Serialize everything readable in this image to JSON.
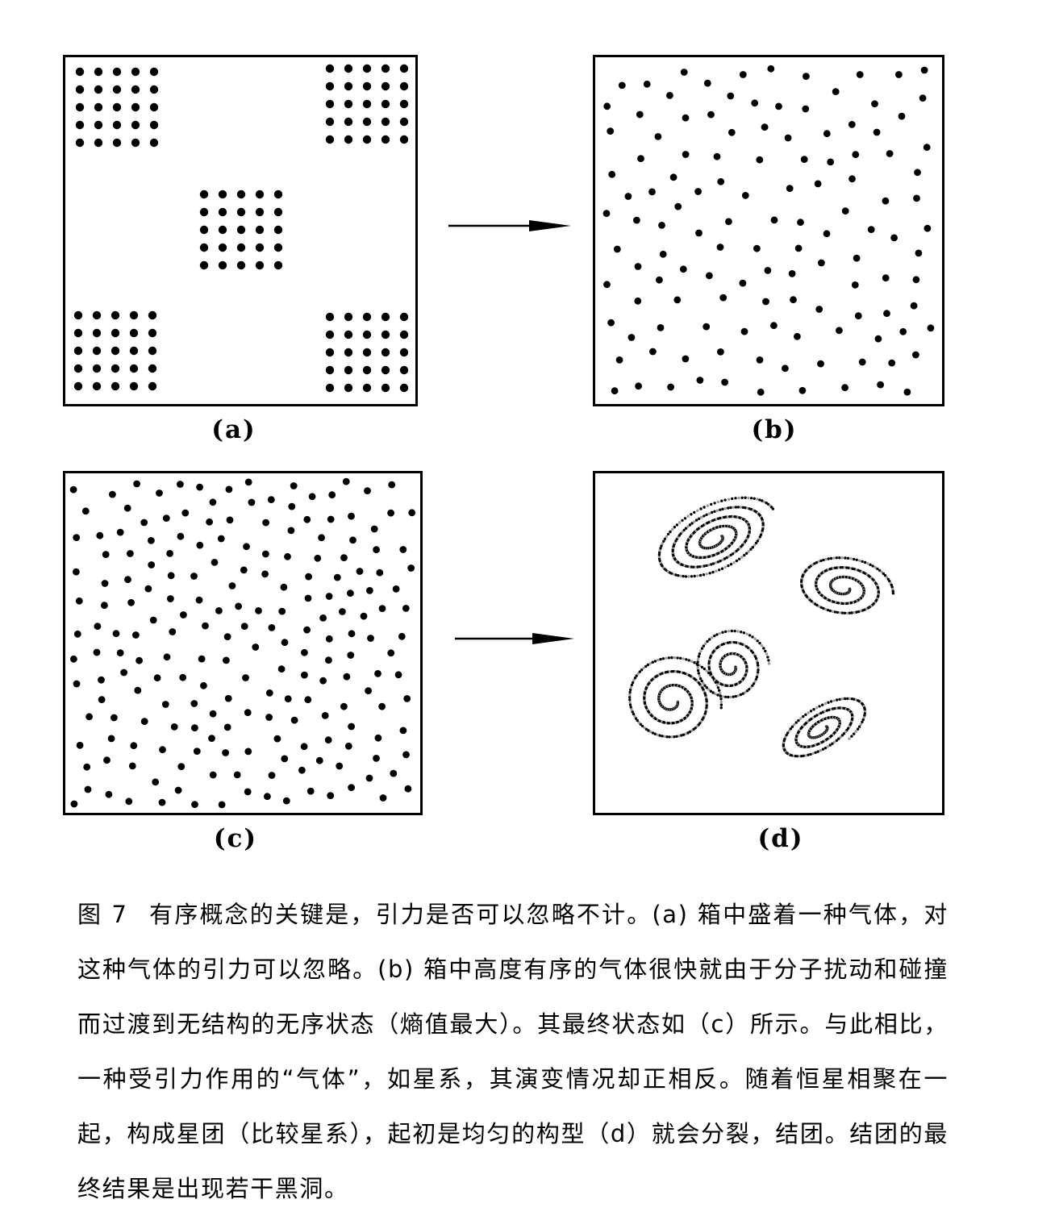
{
  "panels": [
    {
      "id": "a",
      "label": "(a)",
      "state": "highly ordered gas clusters"
    },
    {
      "id": "b",
      "label": "(b)",
      "state": "disordered gas"
    },
    {
      "id": "c",
      "label": "(c)",
      "state": "uniform distribution"
    },
    {
      "id": "d",
      "label": "(d)",
      "state": "clumped galaxies"
    }
  ],
  "caption": {
    "figure_number": "图 7",
    "text": "有序概念的关键是，引力是否可以忽略不计。(a) 箱中盛着一种气体，对这种气体的引力可以忽略。(b) 箱中高度有序的气体很快就由于分子扰动和碰撞而过渡到无结构的无序状态（熵值最大）。其最终状态如（c）所示。与此相比，一种受引力作用的“气体”，如星系，其演变情况却正相反。随着恒星相聚在一起，构成星团（比较星系），起初是均匀的构型（d）就会分裂，结团。结团的最终结果是出现若干黑洞。"
  },
  "colors": {
    "ink": "#000000",
    "faint_ink": "#9a9a9a",
    "paper": "#ffffff"
  }
}
